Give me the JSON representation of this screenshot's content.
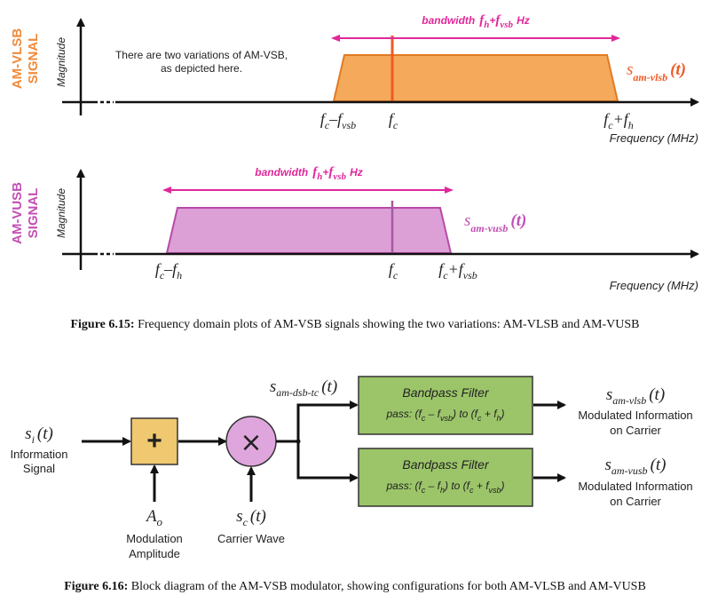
{
  "colors": {
    "vlsb": "#f08a3a",
    "vlsb_fill": "#f5a95a",
    "vlsb_line": "#ef5a24",
    "vusb": "#c24fb4",
    "vusb_fill": "#dc9fd6",
    "bandwidth": "#e0289a",
    "filter_fill": "#9cc56a",
    "adder_fill": "#f0c870",
    "mixer_fill": "#dfa6dd"
  },
  "fig15": {
    "plot1": {
      "side_label_1": "AM-VLSB",
      "side_label_2": "SIGNAL",
      "ylabel": "Magnitude",
      "note_line1": "There are two variations of AM-VSB,",
      "note_line2": "as depicted here.",
      "bw_text": "bandwidth",
      "bw_f": "f",
      "bw_h": "h",
      "bw_plus": "+",
      "bw_f2": "f",
      "bw_vsb": "vsb",
      "bw_hz": "Hz",
      "sig_s": "s",
      "sig_sub": "am-vlsb",
      "sig_t": "(t)",
      "tick1_f": "f",
      "tick1_c": "c",
      "tick1_minus": "–",
      "tick1_f2": "f",
      "tick1_vsb": "vsb",
      "tick2_f": "f",
      "tick2_c": "c",
      "tick3_f": "f",
      "tick3_c": "c",
      "tick3_plus": "+",
      "tick3_f2": "f",
      "tick3_h": "h",
      "xlabel": "Frequency (MHz)"
    },
    "plot2": {
      "side_label_1": "AM-VUSB",
      "side_label_2": "SIGNAL",
      "ylabel": "Magnitude",
      "bw_text": "bandwidth",
      "bw_f": "f",
      "bw_h": "h",
      "bw_plus": "+",
      "bw_f2": "f",
      "bw_vsb": "vsb",
      "bw_hz": "Hz",
      "sig_s": "s",
      "sig_sub": "am-vusb",
      "sig_t": "(t)",
      "tick1_f": "f",
      "tick1_c": "c",
      "tick1_minus": "–",
      "tick1_f2": "f",
      "tick1_h": "h",
      "tick2_f": "f",
      "tick2_c": "c",
      "tick3_f": "f",
      "tick3_c": "c",
      "tick3_plus": "+",
      "tick3_f2": "f",
      "tick3_vsb": "vsb",
      "xlabel": "Frequency (MHz)"
    },
    "caption_bold": "Figure 6.15:",
    "caption_text": " Frequency domain plots of AM-VSB signals showing the two variations: AM-VLSB and AM-VUSB"
  },
  "fig16": {
    "input_s": "s",
    "input_sub": "i",
    "input_t": "(t)",
    "input_label1": "Information",
    "input_label2": "Signal",
    "adder_symbol": "+",
    "amp_a": "A",
    "amp_sub": "o",
    "amp_label1": "Modulation",
    "amp_label2": "Amplitude",
    "mixer_symbol": "×",
    "carrier_s": "s",
    "carrier_sub": "c",
    "carrier_t": "(t)",
    "carrier_label": "Carrier Wave",
    "dsb_s": "s",
    "dsb_sub": "am-dsb-tc",
    "dsb_t": "(t)",
    "filter1_title": "Bandpass Filter",
    "filter1_pass": "pass: (f",
    "filter1_c": "c",
    "filter1_m": " – f",
    "filter1_vsb": "vsb",
    "filter1_to": ") to (f",
    "filter1_c2": "c",
    "filter1_p": " + f",
    "filter1_h": "h",
    "filter1_end": ")",
    "filter2_title": "Bandpass Filter",
    "filter2_pass": "pass: (f",
    "filter2_c": "c",
    "filter2_m": " – f",
    "filter2_h": "h",
    "filter2_to": ") to (f",
    "filter2_c2": "c",
    "filter2_p": " + f",
    "filter2_vsb": "vsb",
    "filter2_end": ")",
    "out1_s": "s",
    "out1_sub": "am-vlsb",
    "out1_t": "(t)",
    "out1_label1": "Modulated Information",
    "out1_label2": "on Carrier",
    "out2_s": "s",
    "out2_sub": "am-vusb",
    "out2_t": "(t)",
    "out2_label1": "Modulated Information",
    "out2_label2": "on Carrier",
    "caption_bold": "Figure 6.16:",
    "caption_text": " Block diagram of the AM-VSB modulator, showing configurations for both AM-VLSB and AM-VUSB"
  }
}
